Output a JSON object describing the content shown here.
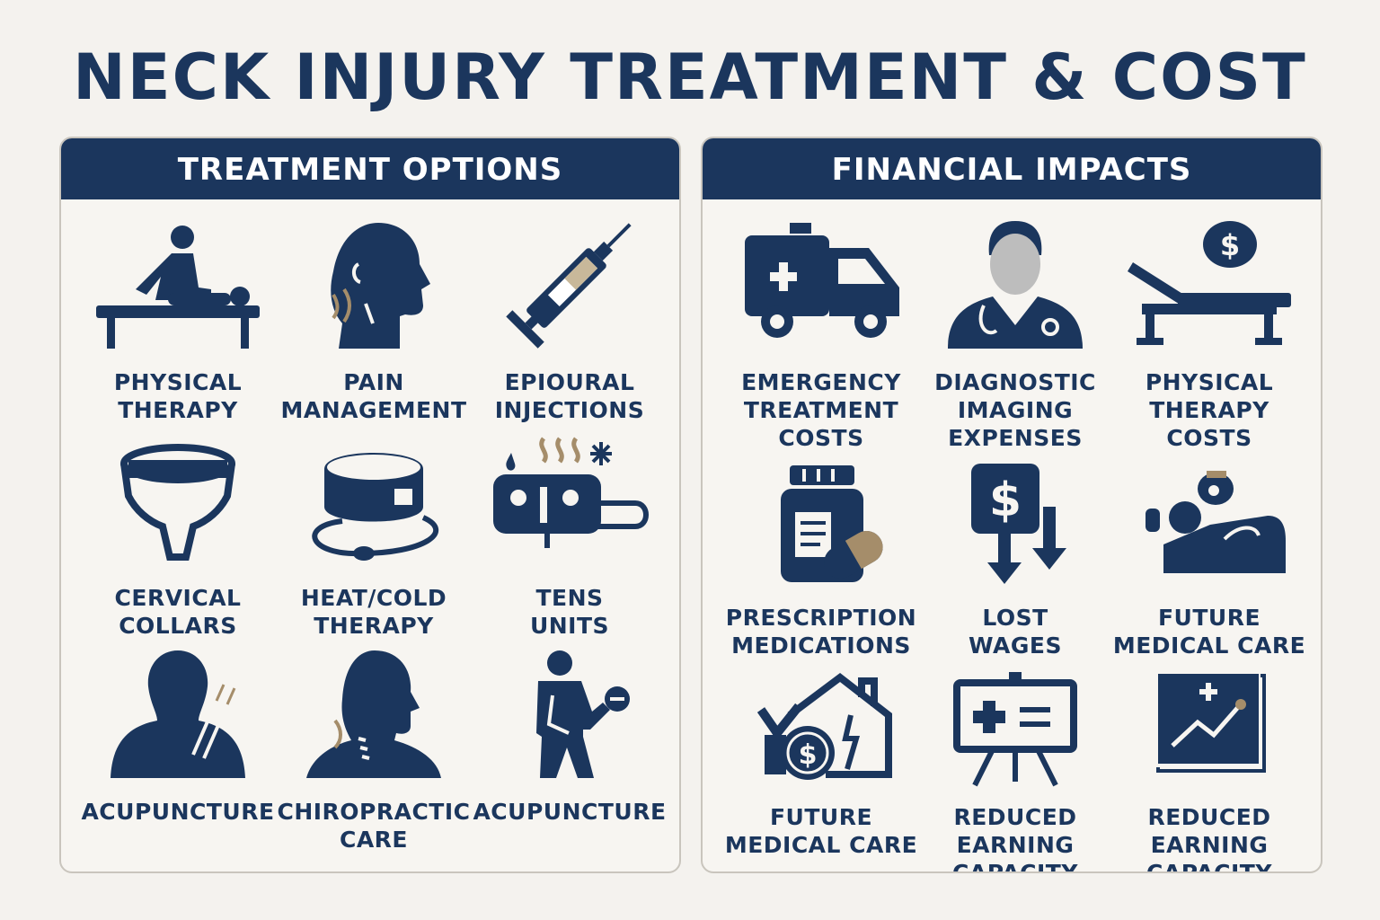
{
  "title": "NECK INJURY TREATMENT & COST",
  "colors": {
    "navy": "#1b365d",
    "tan": "#a58d6a",
    "gray": "#bdbdbd",
    "background": "#f4f2ee"
  },
  "treatment": {
    "heading": "TREATMENT OPTIONS",
    "items": [
      {
        "icon": "massage-table-icon",
        "label": "PHYSICAL\nTHERAPY"
      },
      {
        "icon": "head-profile-icon",
        "label": "PAIN\nMANAGEMENT"
      },
      {
        "icon": "syringe-icon",
        "label": "EPIOURAL\nINJECTIONS"
      },
      {
        "icon": "cervical-collar-icon",
        "label": "CERVICAL\nCOLLARS"
      },
      {
        "icon": "heat-wrap-icon",
        "label": "HEAT/COLD\nTHERAPY"
      },
      {
        "icon": "tens-device-icon",
        "label": "TENS\nUNITS"
      },
      {
        "icon": "acupuncture-needles-icon",
        "label": "ACUPUNCTURE"
      },
      {
        "icon": "spine-head-icon",
        "label": "CHIROPRACTIC\nCARE"
      },
      {
        "icon": "exercise-person-icon",
        "label": "ACUPUNCTURE"
      }
    ]
  },
  "financial": {
    "heading": "FINANCIAL IMPACTS",
    "items": [
      {
        "icon": "ambulance-icon",
        "label": "EMERGENCY\nTREATMENT\nCOSTS"
      },
      {
        "icon": "doctor-icon",
        "label": "DIAGNOSTIC\nIMAGING\nEXPENSES"
      },
      {
        "icon": "therapy-bed-dollar-icon",
        "label": "PHYSICAL\nTHERAPY COSTS"
      },
      {
        "icon": "pill-bottle-icon",
        "label": "PRESCRIPTION\nMEDICATIONS"
      },
      {
        "icon": "dollar-down-arrows-icon",
        "label": "LOST\nWAGES"
      },
      {
        "icon": "patient-care-icon",
        "label": "FUTURE\nMEDICAL CARE"
      },
      {
        "icon": "house-dollar-icon",
        "label": "FUTURE\nMEDICAL CARE"
      },
      {
        "icon": "medical-board-icon",
        "label": "REDUCED\nEARNING\nCAPACITY"
      },
      {
        "icon": "growth-chart-icon",
        "label": "REDUCED\nEARNING\nCAPACITY"
      }
    ]
  }
}
